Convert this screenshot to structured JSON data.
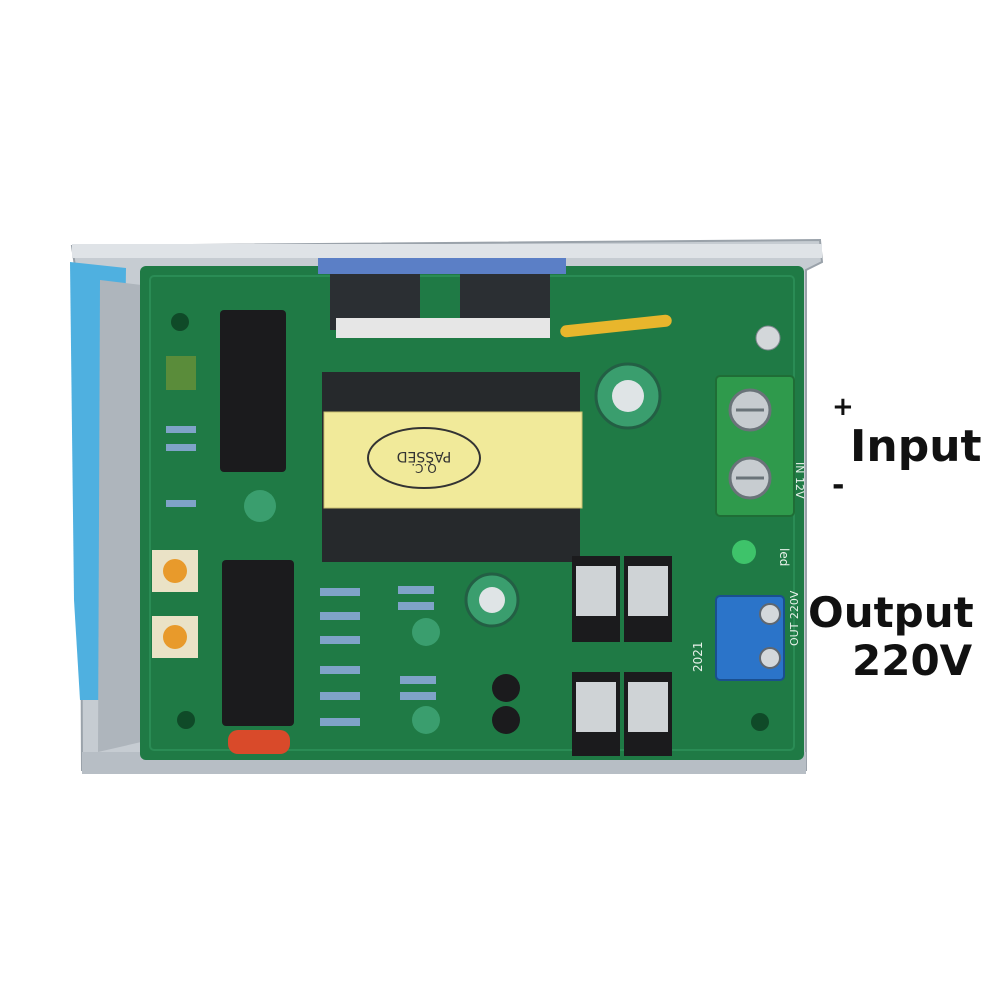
{
  "image": {
    "subject": "green PCB DC-AC inverter board on aluminium bracket"
  },
  "annotations": {
    "plus": "+",
    "input": "Input",
    "minus": "-",
    "output": "Output",
    "voltage": "220V"
  },
  "board_markings": {
    "transformer_sticker_line1": "PASSED",
    "transformer_sticker_line2": "Q.C.",
    "input_silk": "IN 12V",
    "output_silk": "OUT 220V",
    "led_silk": "led",
    "year_silk": "2021"
  },
  "colors": {
    "pcb": "#1f7a45",
    "terminal_input": "#2f9a4c",
    "terminal_output": "#2b74c9",
    "transformer": "#f1ea9a",
    "bracket": "#c9ced3",
    "tape": "#4fb0e0"
  }
}
